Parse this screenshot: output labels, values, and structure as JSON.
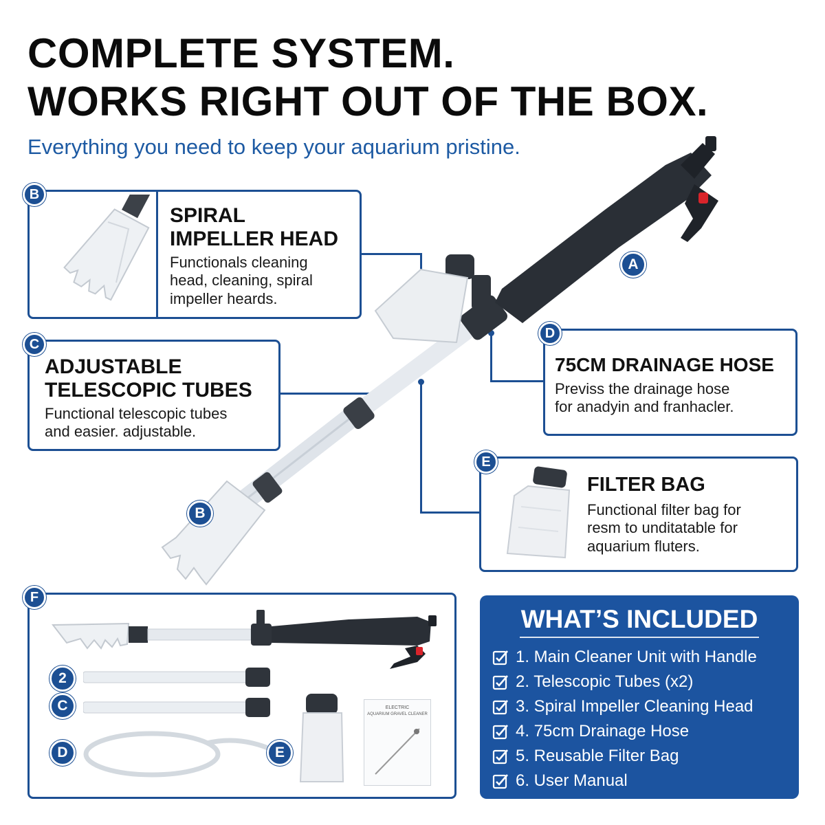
{
  "headline": {
    "line1": "COMPLETE SYSTEM.",
    "line2": "WORKS RIGHT OUT OF THE BOX.",
    "subtitle": "Everything you need to keep your aquarium pristine."
  },
  "callouts": {
    "b": {
      "badge": "B",
      "title": "SPIRAL\nIMPELLER HEAD",
      "description": "Functionals cleaning\nhead, cleaning, spiral\nimpeller heards."
    },
    "c": {
      "badge": "C",
      "title": "ADJUSTABLE\nTELESCOPIC TUBES",
      "description": "Functional telescopic tubes\nand easier. adjustable."
    },
    "d": {
      "badge": "D",
      "title": "75CM DRAINAGE HOSE",
      "description": "Previss the drainage hose\nfor anadyin and franhacler."
    },
    "e": {
      "badge": "E",
      "title": "FILTER BAG",
      "description": "Functional filter bag for\nresm to unditatable for\naquarium fluters."
    }
  },
  "product_labels": {
    "a": "A",
    "b": "B"
  },
  "kit": {
    "badge": "F",
    "labels": {
      "tube1": "2",
      "tube2": "C",
      "hose": "D",
      "bag": "E"
    },
    "manual_text": {
      "line1": "ELECTRIC",
      "line2": "AQUARIUM GRAVEL CLEANER"
    }
  },
  "included": {
    "title": "WHAT’S INCLUDED",
    "items": [
      "1. Main Cleaner Unit with Handle",
      "2. Telescopic Tubes (x2)",
      "3. Spiral Impeller Cleaning Head",
      "4. 75cm Drainage Hose",
      "5. Reusable Filter Bag",
      "6. User Manual"
    ]
  },
  "colors": {
    "accent": "#1c4f93",
    "panel": "#1c54a0",
    "subtitle": "#1d5aa3",
    "switch": "#d9242b"
  }
}
